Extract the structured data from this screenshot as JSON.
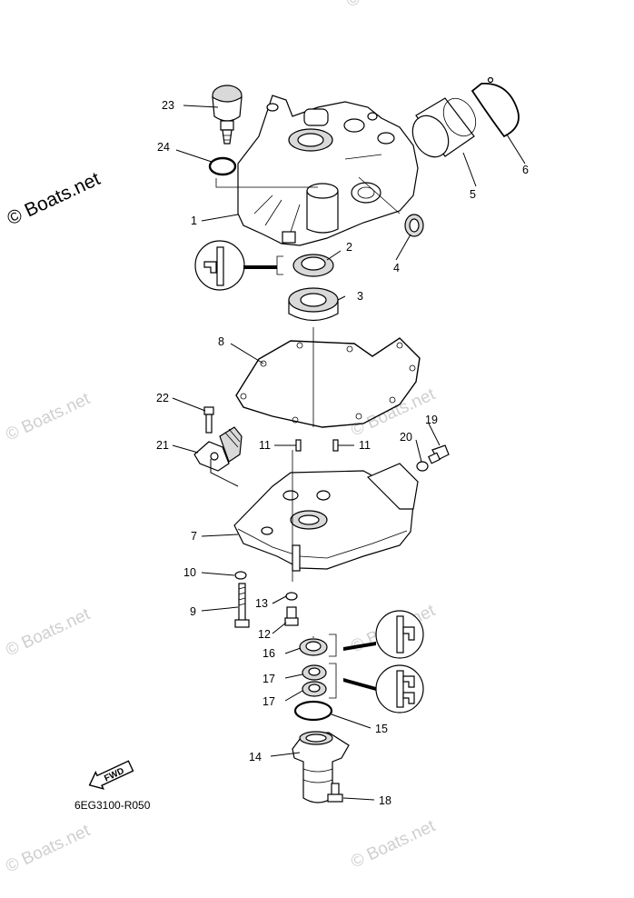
{
  "watermark": {
    "main": "© Boats.net",
    "faded": "© Boats.net"
  },
  "drawing_code": "6EG3100-R050",
  "fwd_label": "FWD",
  "callouts": {
    "p1": "1",
    "p2": "2",
    "p3": "3",
    "p4": "4",
    "p5": "5",
    "p6": "6",
    "p7": "7",
    "p8": "8",
    "p9": "9",
    "p10": "10",
    "p11a": "11",
    "p11b": "11",
    "p12": "12",
    "p13": "13",
    "p14": "14",
    "p15": "15",
    "p16": "16",
    "p17a": "17",
    "p17b": "17",
    "p18": "18",
    "p19": "19",
    "p20": "20",
    "p21": "21",
    "p22": "22",
    "p23": "23",
    "p24": "24"
  }
}
